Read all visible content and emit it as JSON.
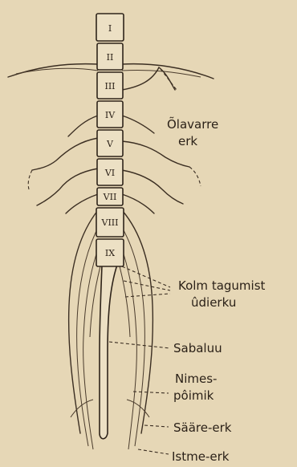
{
  "segments": [
    "I",
    "II",
    "III",
    "IV",
    "V",
    "VI",
    "VII",
    "VIII",
    "IX"
  ],
  "labels": {
    "olavarre_line1": "Õlavarre",
    "olavarre_line2": "erk",
    "kolm_line1": "Kolm tagumist",
    "kolm_line2": "ûdierku",
    "sabaluu": "Sabaluu",
    "nimes_line1": "Nimes-",
    "nimes_line2": "pôimik",
    "saare": "Sääre-erk",
    "istme": "Istme-erk"
  }
}
